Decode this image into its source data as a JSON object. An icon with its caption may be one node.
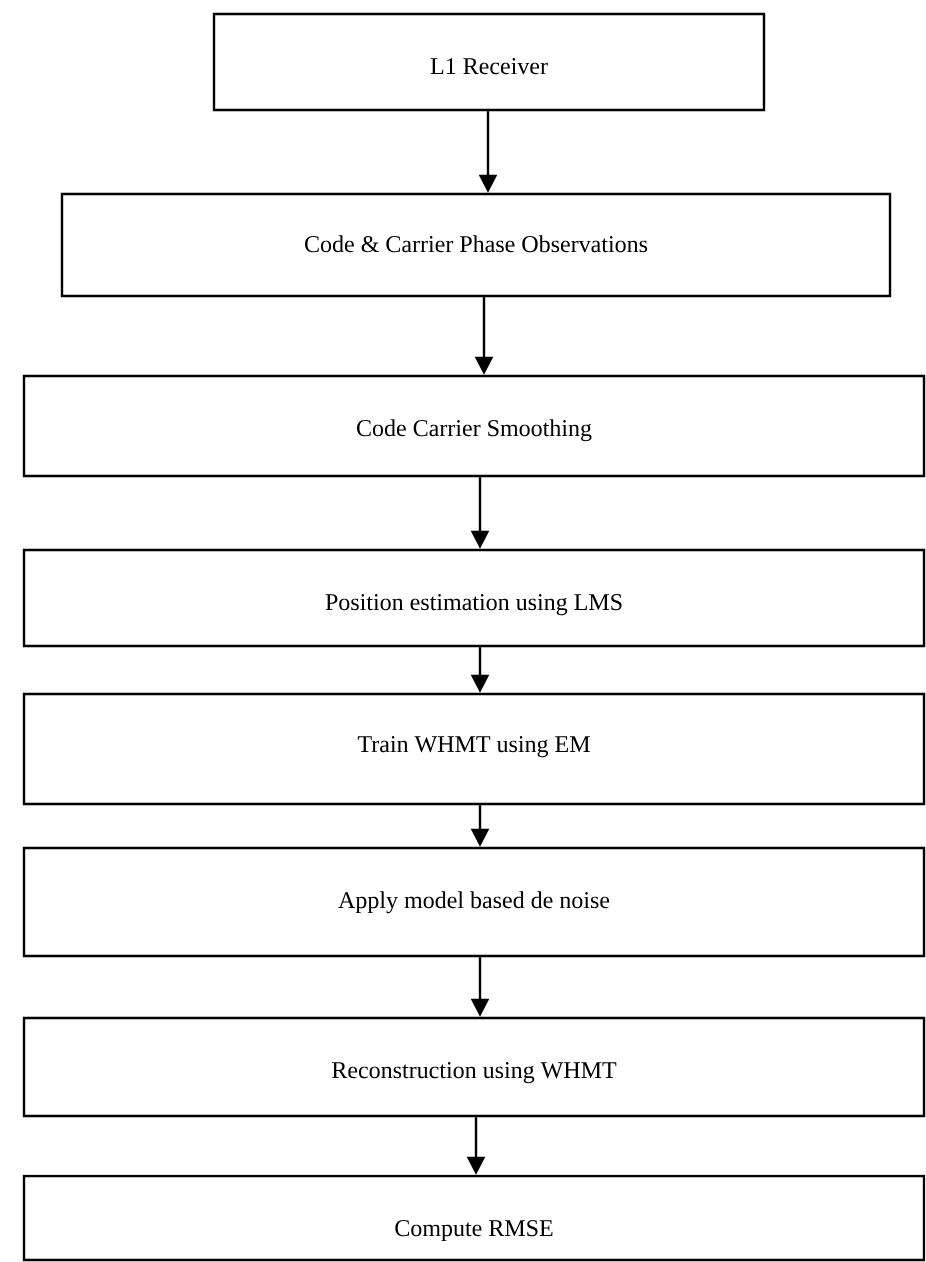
{
  "diagram": {
    "nodes": [
      {
        "text": [
          "L1 Receiver"
        ]
      },
      {
        "text": [
          "Code & Carrier Phase Observations"
        ]
      },
      {
        "text": [
          "Code Carrier Smoothing"
        ]
      },
      {
        "text": [
          "Position estimation using LMS"
        ]
      },
      {
        "text": [
          "Train WHMT using EM"
        ]
      },
      {
        "text": [
          "Apply model based de noise"
        ]
      },
      {
        "text": [
          "Reconstruction using WHMT"
        ]
      },
      {
        "text": [
          "Compute RMSE"
        ]
      }
    ],
    "edges": [
      {
        "from": 0,
        "to": 1,
        "arrow": "to"
      },
      {
        "from": 1,
        "to": 2,
        "arrow": "to"
      },
      {
        "from": 2,
        "to": 3,
        "arrow": "to"
      },
      {
        "from": 3,
        "to": 4,
        "arrow": "to"
      },
      {
        "from": 4,
        "to": 5,
        "arrow": "to"
      },
      {
        "from": 5,
        "to": 6,
        "arrow": "to"
      },
      {
        "from": 6,
        "to": 7,
        "arrow": "to"
      }
    ]
  }
}
